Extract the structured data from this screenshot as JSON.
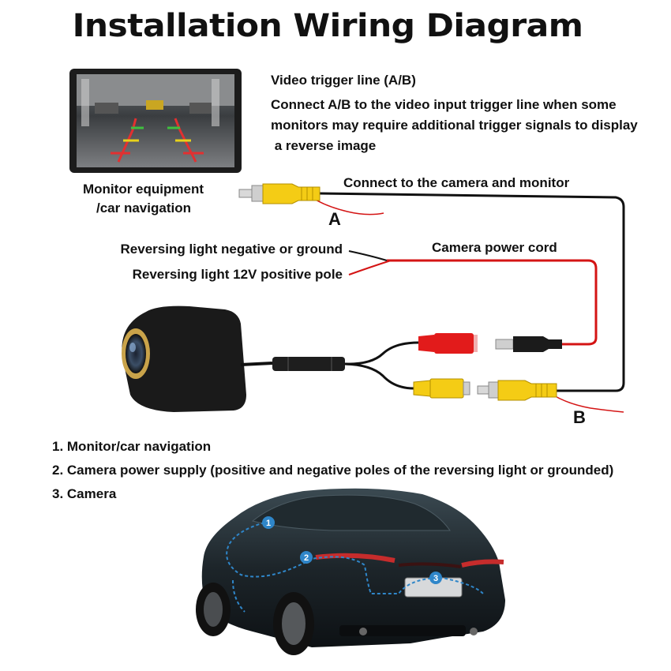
{
  "title": "Installation Wiring Diagram",
  "trigger": {
    "heading": "Video trigger line (A/B)",
    "lines": [
      "Connect A/B to the video input trigger line when some",
      "monitors may require additional trigger signals to display",
      " a reverse image"
    ]
  },
  "monitor": {
    "lines": [
      "Monitor equipment",
      "/car navigation"
    ]
  },
  "labels": {
    "connect": "Connect to the camera and monitor",
    "point_a": "A",
    "point_b": "B",
    "power_cord": "Camera power cord",
    "negative": "Reversing light negative or ground",
    "positive": "Reversing light 12V positive pole"
  },
  "legend": [
    "1. Monitor/car navigation",
    "2. Camera power supply (positive and negative poles of the reversing light or grounded)",
    "3. Camera"
  ],
  "car_markers": [
    "1",
    "2",
    "3"
  ],
  "colors": {
    "video_wire": "#111111",
    "power_wire": "#d41414",
    "rca_yellow": "#f4cc15",
    "power_red": "#e21b1b",
    "marker_blue": "#2f86c9"
  }
}
